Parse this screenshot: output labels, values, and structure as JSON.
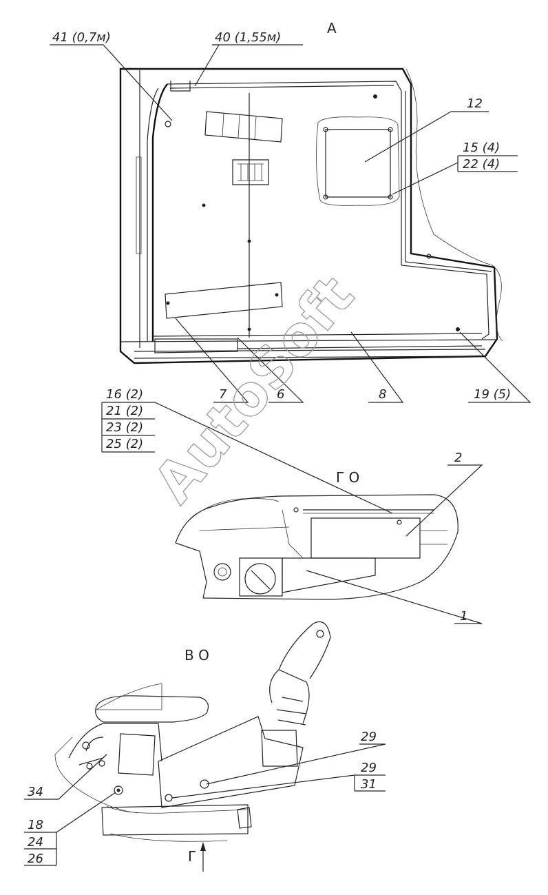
{
  "views": {
    "a": "А",
    "go": "Г О",
    "vo": "В О",
    "g": "Г"
  },
  "callouts": [
    {
      "id": "c41",
      "text": "41 (0,7м)"
    },
    {
      "id": "c40",
      "text": "40 (1,55м)"
    },
    {
      "id": "c12",
      "text": "12"
    },
    {
      "id": "c15",
      "text": "15 (4)"
    },
    {
      "id": "c22",
      "text": "22 (4)"
    },
    {
      "id": "c7",
      "text": "7"
    },
    {
      "id": "c6",
      "text": "6"
    },
    {
      "id": "c8",
      "text": "8"
    },
    {
      "id": "c19",
      "text": "19 (5)"
    },
    {
      "id": "c16",
      "text": "16 (2)"
    },
    {
      "id": "c21",
      "text": "21 (2)"
    },
    {
      "id": "c23",
      "text": "23 (2)"
    },
    {
      "id": "c25",
      "text": "25 (2)"
    },
    {
      "id": "c2",
      "text": "2"
    },
    {
      "id": "c1",
      "text": "1"
    },
    {
      "id": "c29a",
      "text": "29"
    },
    {
      "id": "c29b",
      "text": "29"
    },
    {
      "id": "c31",
      "text": "31"
    },
    {
      "id": "c34",
      "text": "34"
    },
    {
      "id": "c18",
      "text": "18"
    },
    {
      "id": "c24",
      "text": "24"
    },
    {
      "id": "c26",
      "text": "26"
    }
  ],
  "watermark": "AutoSoft"
}
